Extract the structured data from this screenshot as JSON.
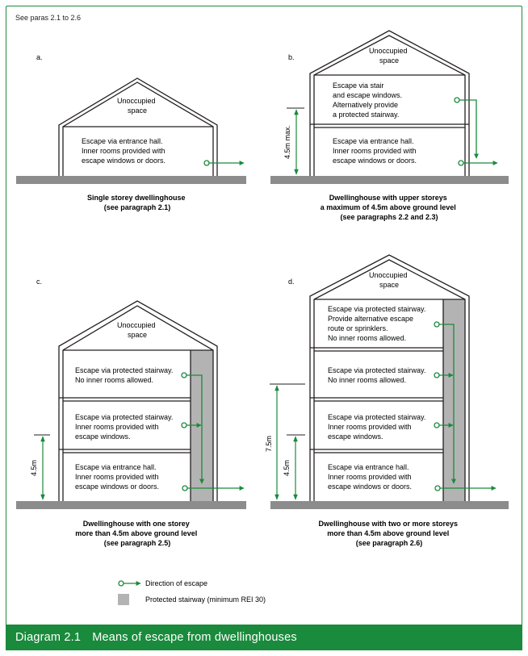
{
  "see_paras": "See paras 2.1 to 2.6",
  "panels": {
    "a": {
      "letter": "a.",
      "unoccupied": [
        "Unoccupied",
        "space"
      ],
      "rooms": [
        [
          "Escape via entrance hall.",
          "Inner rooms provided with",
          "escape windows or doors."
        ]
      ],
      "caption": [
        "Single storey dwellinghouse",
        "(see paragraph 2.1)"
      ]
    },
    "b": {
      "letter": "b.",
      "unoccupied": [
        "Unoccupied",
        "space"
      ],
      "rooms": [
        [
          "Escape via stair",
          "and escape windows.",
          "Alternatively provide",
          "a protected stairway."
        ],
        [
          "Escape via entrance hall.",
          "Inner rooms provided with",
          "escape windows or doors."
        ]
      ],
      "dimension": "4.5m max.",
      "caption": [
        "Dwellinghouse with upper storeys",
        "a maximum of 4.5m above ground level",
        "(see paragraphs 2.2 and 2.3)"
      ]
    },
    "c": {
      "letter": "c.",
      "unoccupied": [
        "Unoccupied",
        "space"
      ],
      "rooms": [
        [
          "Escape via protected stairway.",
          "No inner rooms allowed."
        ],
        [
          "Escape via protected stairway.",
          "Inner rooms provided with",
          "escape windows."
        ],
        [
          "Escape via entrance hall.",
          "Inner rooms provided with",
          "escape windows or doors."
        ]
      ],
      "dimension": "4.5m",
      "caption": [
        "Dwellinghouse with one storey",
        "more than 4.5m above ground level",
        "(see paragraph 2.5)"
      ]
    },
    "d": {
      "letter": "d.",
      "unoccupied": [
        "Unoccupied",
        "space"
      ],
      "rooms": [
        [
          "Escape via protected stairway.",
          "Provide alternative escape",
          "route or sprinklers.",
          "No inner rooms allowed."
        ],
        [
          "Escape via protected stairway.",
          "No inner rooms allowed."
        ],
        [
          "Escape via protected stairway.",
          "Inner rooms provided with",
          "escape windows."
        ],
        [
          "Escape via entrance hall.",
          "Inner rooms provided with",
          "escape windows or doors."
        ]
      ],
      "dimension_outer": "7.5m",
      "dimension_inner": "4.5m",
      "caption": [
        "Dwellinghouse with two or more storeys",
        "more than 4.5m above ground level",
        "(see paragraph 2.6)"
      ]
    }
  },
  "legend": {
    "escape": "Direction of escape",
    "stairway": "Protected stairway (minimum REI 30)"
  },
  "footer": {
    "number": "Diagram 2.1",
    "title": "Means of escape from dwellinghouses"
  },
  "colors": {
    "green": "#1a8a3c",
    "ground": "#8c8c8c",
    "stair": "#b3b3b3",
    "outline": "#231f20"
  }
}
